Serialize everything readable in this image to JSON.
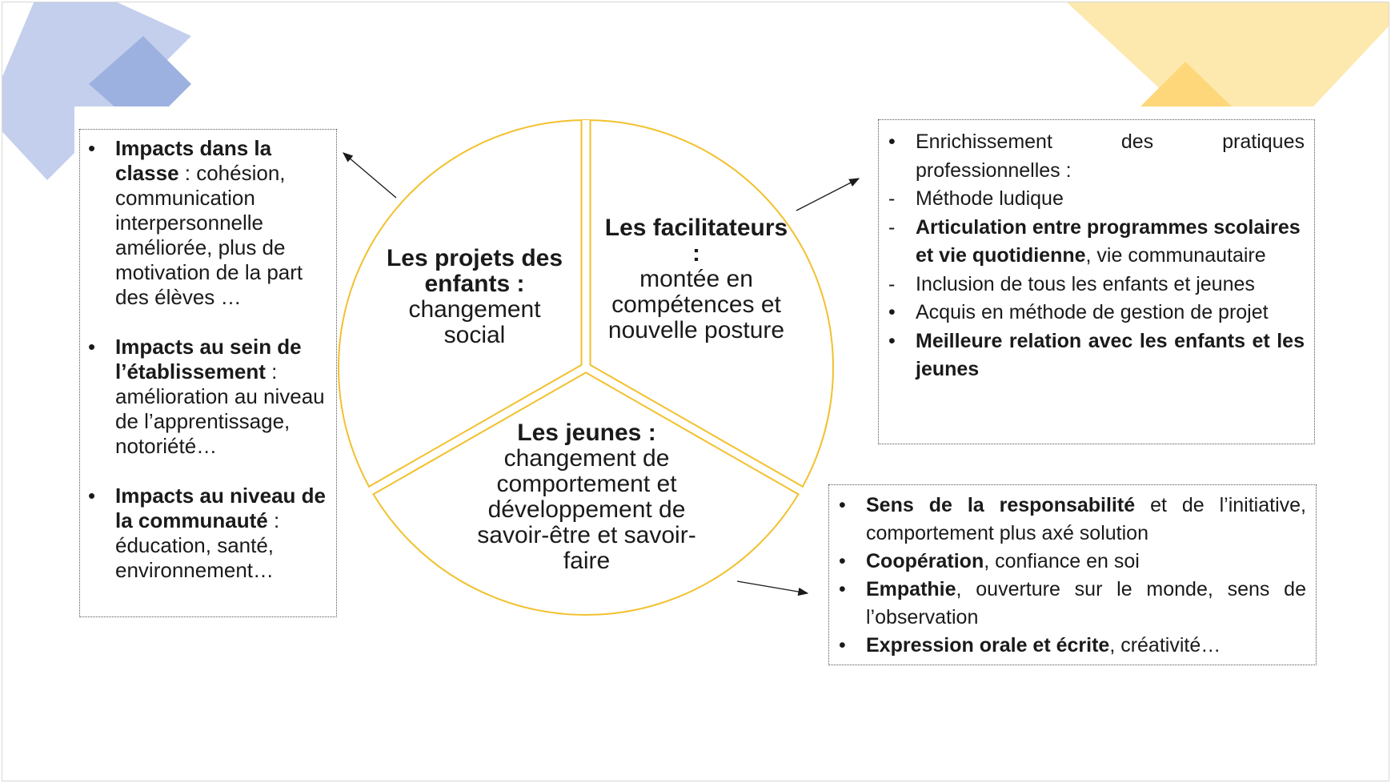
{
  "colors": {
    "blue_shape": "#8aa3d8",
    "yellow_shape": "#fde49a",
    "circle_stroke": "#f2c12e"
  },
  "circle": {
    "enfants": {
      "title": "Les projets des enfants :",
      "text": "changement social"
    },
    "facilitateurs": {
      "title": "Les facilitateurs :",
      "text": "montée en compétences et nouvelle posture"
    },
    "jeunes": {
      "title": "Les jeunes :",
      "text": "changement de comportement et développement de savoir-être et savoir-faire"
    }
  },
  "left_box": {
    "items": [
      {
        "marker": "•",
        "bold": "Impacts dans la classe",
        "text": " : cohésion, communication interpersonnelle améliorée, plus de motivation de la part des élèves …"
      },
      {
        "marker": "•",
        "bold": "Impacts au sein de l’établissement",
        "text": " : amélioration au niveau de l’apprentissage, notoriété…"
      },
      {
        "marker": "•",
        "bold": "Impacts au niveau de la communauté",
        "text": " : éducation, santé, environnement…"
      }
    ]
  },
  "top_right_box": {
    "items": [
      {
        "marker": "•",
        "bold": "",
        "text": "Enrichissement des pratiques professionnelles :"
      },
      {
        "marker": "-",
        "bold": "",
        "text": "Méthode ludique"
      },
      {
        "marker": "-",
        "bold": "Articulation entre programmes scolaires et vie quotidienne",
        "text": ", vie communautaire"
      },
      {
        "marker": "-",
        "bold": "",
        "text": "Inclusion de tous les enfants et jeunes"
      },
      {
        "marker": "•",
        "bold": "",
        "text": "Acquis en méthode de gestion de projet"
      },
      {
        "marker": "•",
        "bold": "Meilleure relation avec les enfants et les jeunes",
        "text": ""
      }
    ]
  },
  "bottom_right_box": {
    "items": [
      {
        "marker": "•",
        "bold": "Sens de la responsabilité",
        "text": " et de l’initiative, comportement plus axé solution"
      },
      {
        "marker": "•",
        "bold": "Coopération",
        "text": ", confiance en soi"
      },
      {
        "marker": "•",
        "bold": "Empathie",
        "text": ", ouverture sur le monde, sens de l’observation"
      },
      {
        "marker": "•",
        "bold": "Expression orale et écrite",
        "text": ", créativité…"
      }
    ]
  }
}
